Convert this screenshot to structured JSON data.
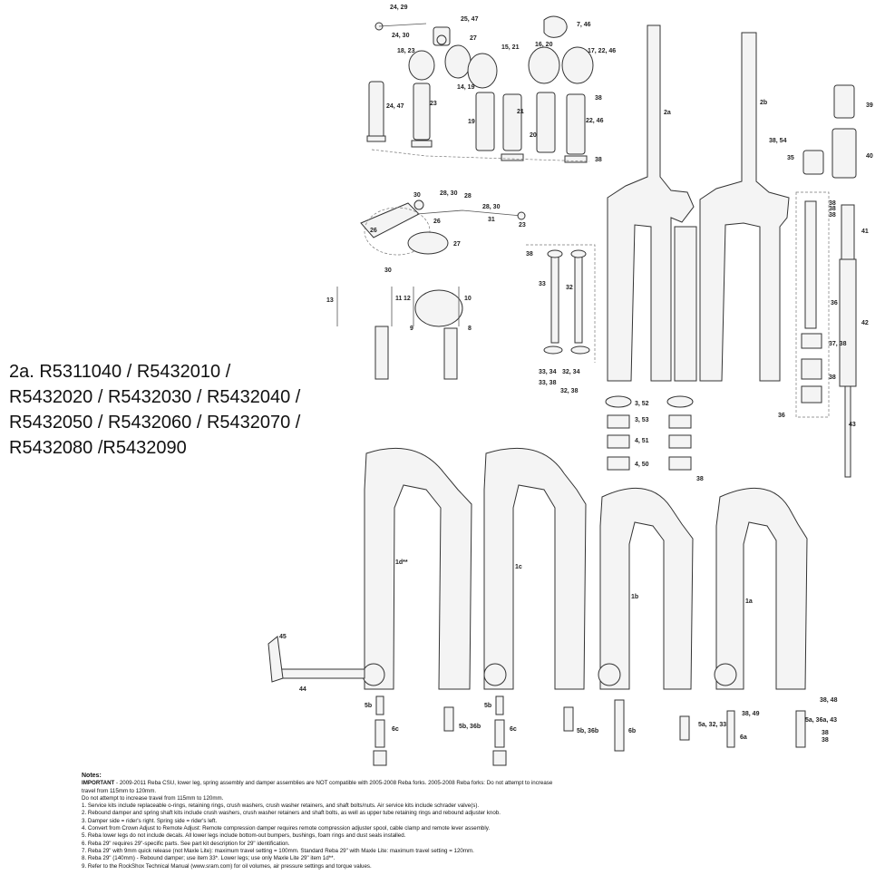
{
  "title": {
    "lines": [
      "2a. R5311040 / R5432010 /",
      "R5432020 / R5432030 / R5432040 /",
      "R5432050 / R5432060 / R5432070 /",
      "R5432080 /R5432090"
    ]
  },
  "callouts": [
    "24, 29",
    "24, 30",
    "25, 47",
    "7, 46",
    "27",
    "18, 23",
    "15, 21",
    "16, 20",
    "17, 22, 46",
    "14, 19",
    "38",
    "24, 47",
    "23",
    "19",
    "21",
    "20",
    "22, 46",
    "38",
    "2a",
    "2b",
    "39",
    "38, 54",
    "35",
    "40",
    "30",
    "28, 30",
    "28",
    "28, 30",
    "31",
    "23",
    "26",
    "26",
    "27",
    "30",
    "38",
    "41",
    "38",
    "38",
    "38",
    "33",
    "32",
    "36",
    "42",
    "37, 38",
    "38",
    "13",
    "11",
    "12",
    "10",
    "9",
    "8",
    "33, 34",
    "32, 34",
    "33, 38",
    "32, 38",
    "3, 52",
    "3, 53",
    "4, 51",
    "4, 50",
    "38",
    "36",
    "43",
    "1d**",
    "1c",
    "1b",
    "1a",
    "45",
    "44",
    "5b",
    "6c",
    "5b, 36b",
    "5b",
    "6c",
    "5b, 36b",
    "6b",
    "38, 49",
    "5a, 32, 33",
    "6a",
    "38, 48",
    "5a, 36a, 43",
    "38",
    "38"
  ],
  "notes": {
    "heading": "Notes:",
    "important_label": "IMPORTANT",
    "important_text": " - 2009-2011 Reba CSU, lower leg, spring assembly and damper assemblies are NOT compatible with 2005-2008 Reba forks.  2005-2008 Reba forks:  Do not attempt to increase",
    "lines": [
      "travel from 115mm to 120mm.",
      "Do not attempt to increase travel from 115mm to 120mm.",
      "1. Service kits include replaceable o-rings, retaining rings, crush washers, crush washer retainers, and shaft bolts/nuts.   Air service kits include schrader valve(s).",
      "2. Rebound damper and spring shaft kits include crush washers, crush washer retainers and shaft bolts, as well as upper tube retaining rings and rebound adjuster knob.",
      "3. Damper side = rider's right.  Spring side = rider's left.",
      "4. Convert from Crown Adjust to Remote Adjust:  Remote compression damper requires remote compression adjuster spool, cable clamp and remote lever assembly.",
      "5. Reba lower legs do not include decals.  All lower legs include bottom-out bumpers, bushings, foam rings and dust seals installed.",
      "6. Reba 29\" requires 29\"-specific parts.  See part kit description for 29\" identification.",
      "7. Reba 29\" with 9mm quick release (not Maxle Lite):  maximum travel setting = 100mm.  Standard Reba 29\" with Maxle Lite:  maximum travel setting = 120mm.",
      "8. Reba 29\" (140mm) - Rebound damper; use item 33*.  Lower legs; use only Maxle Lite 29\" item 1d**.",
      "9. Refer to the RockShox Technical Manual (www.sram.com) for oil volumes, air pressure settings and torque values."
    ]
  }
}
